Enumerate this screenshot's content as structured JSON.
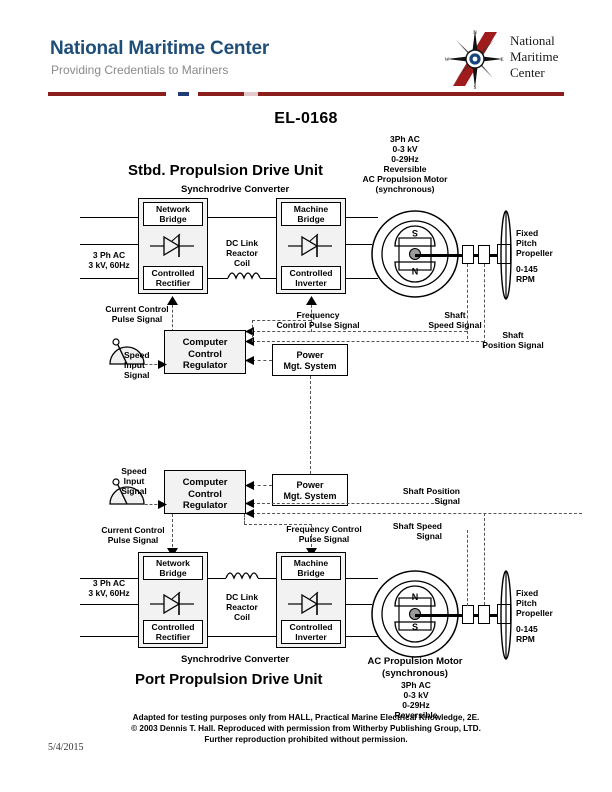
{
  "header": {
    "title": "National Maritime Center",
    "subtitle": "Providing Credentials to Mariners",
    "logo_text_line1": "National",
    "logo_text_line2": "Maritime",
    "logo_text_line3": "Center",
    "logo_icon": "compass-rose-icon",
    "brand_red": "#8c1d1d",
    "brand_blue": "#1f4e79"
  },
  "document": {
    "id": "EL-0168",
    "date": "5/4/2015"
  },
  "stbd": {
    "unit_title": "Stbd. Propulsion Drive Unit",
    "converter_label": "Synchrodrive Converter",
    "supply_label": "3 Ph AC\n3 kV, 60Hz",
    "supply_l1": "3 Ph AC",
    "supply_l2": "3 kV, 60Hz",
    "network_bridge": "Network\nBridge",
    "network_bridge_l1": "Network",
    "network_bridge_l2": "Bridge",
    "controlled_rectifier_l1": "Controlled",
    "controlled_rectifier_l2": "Rectifier",
    "dc_link_l1": "DC Link",
    "dc_link_l2": "Reactor",
    "dc_link_l3": "Coil",
    "machine_bridge_l1": "Machine",
    "machine_bridge_l2": "Bridge",
    "controlled_inverter_l1": "Controlled",
    "controlled_inverter_l2": "Inverter",
    "motor_spec_l1": "3Ph AC",
    "motor_spec_l2": "0-3 kV",
    "motor_spec_l3": "0-29Hz",
    "motor_spec_l4": "Reversible",
    "motor_spec_l5": "AC Propulsion Motor",
    "motor_spec_l6": "(synchronous)",
    "rotor_pole_top": "S",
    "rotor_pole_bottom": "N",
    "propeller_l1": "Fixed",
    "propeller_l2": "Pitch",
    "propeller_l3": "Propeller",
    "propeller_l4": "0-145",
    "propeller_l5": "RPM",
    "current_control_l1": "Current Control",
    "current_control_l2": "Pulse Signal",
    "frequency_control_l1": "Frequency",
    "frequency_control_l2": "Control Pulse Signal",
    "shaft_speed_l1": "Shaft",
    "shaft_speed_l2": "Speed Signal",
    "shaft_position_l1": "Shaft",
    "shaft_position_l2": "Position Signal",
    "speed_input_l1": "Speed",
    "speed_input_l2": "Input",
    "speed_input_l3": "Signal",
    "regulator_l1": "Computer",
    "regulator_l2": "Control",
    "regulator_l3": "Regulator",
    "power_mgt_l1": "Power",
    "power_mgt_l2": "Mgt. System",
    "lever_icon": "speed-lever-icon"
  },
  "port": {
    "unit_title": "Port Propulsion Drive Unit",
    "converter_label": "Synchrodrive Converter",
    "supply_l1": "3 Ph AC",
    "supply_l2": "3 kV, 60Hz",
    "network_bridge_l1": "Network",
    "network_bridge_l2": "Bridge",
    "controlled_rectifier_l1": "Controlled",
    "controlled_rectifier_l2": "Rectifier",
    "dc_link_l1": "DC Link",
    "dc_link_l2": "Reactor",
    "dc_link_l3": "Coil",
    "machine_bridge_l1": "Machine",
    "machine_bridge_l2": "Bridge",
    "controlled_inverter_l1": "Controlled",
    "controlled_inverter_l2": "Inverter",
    "motor_name_l1": "AC Propulsion Motor",
    "motor_name_l2": "(synchronous)",
    "motor_spec_l1": "3Ph AC",
    "motor_spec_l2": "0-3 kV",
    "motor_spec_l3": "0-29Hz",
    "motor_spec_l4": "Reversible",
    "rotor_pole_top": "N",
    "rotor_pole_bottom": "S",
    "propeller_l1": "Fixed",
    "propeller_l2": "Pitch",
    "propeller_l3": "Propeller",
    "propeller_l4": "0-145",
    "propeller_l5": "RPM",
    "current_control_l1": "Current Control",
    "current_control_l2": "Pulse Signal",
    "frequency_control_l1": "Frequency Control",
    "frequency_control_l2": "Pulse Signal",
    "shaft_speed_l1": "Shaft Speed",
    "shaft_speed_l2": "Signal",
    "shaft_position_l1": "Shaft Position",
    "shaft_position_l2": "Signal",
    "speed_input_l1": "Speed",
    "speed_input_l2": "Input",
    "speed_input_l3": "Signal",
    "regulator_l1": "Computer",
    "regulator_l2": "Control",
    "regulator_l3": "Regulator",
    "power_mgt_l1": "Power",
    "power_mgt_l2": "Mgt. System",
    "lever_icon": "speed-lever-icon"
  },
  "footer": {
    "line1": "Adapted for testing purposes only from HALL, Practical Marine Electrical Knowledge, 2E.",
    "line2": "© 2003 Dennis T. Hall. Reproduced with permission from Witherby Publishing Group, LTD.",
    "line3": "Further reproduction prohibited without permission."
  }
}
